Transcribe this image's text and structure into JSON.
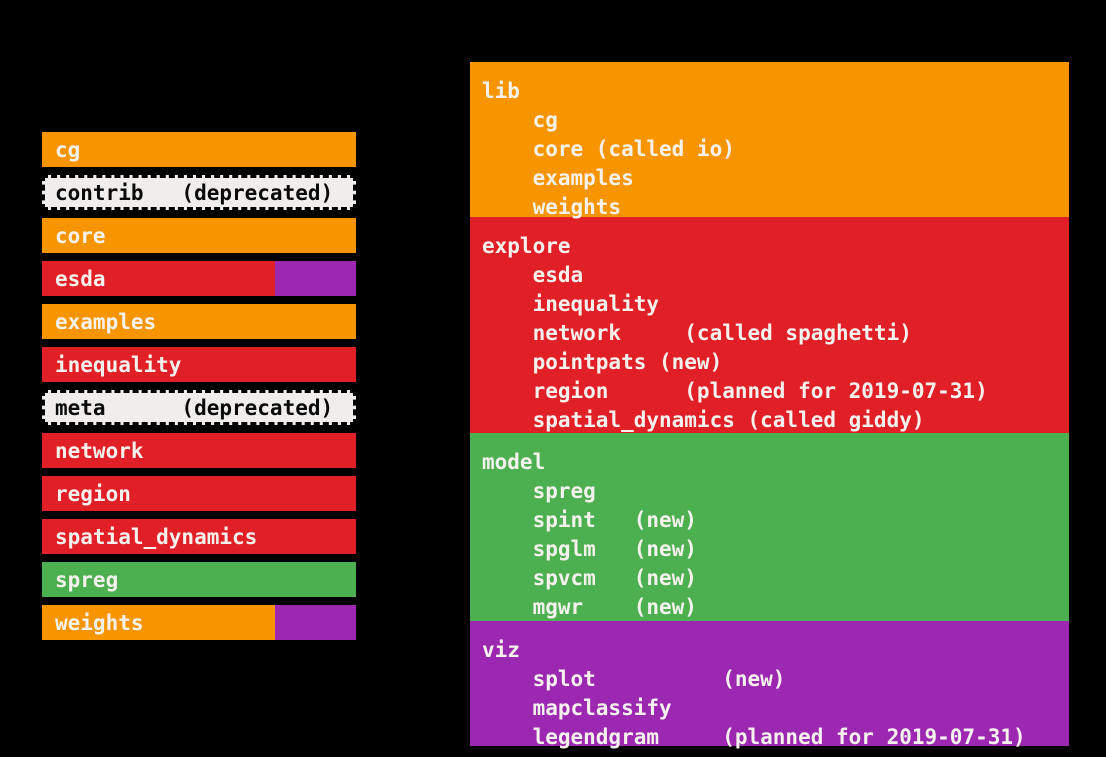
{
  "palette": {
    "orange": "#F79500",
    "red": "#E11F26",
    "green": "#4CAF50",
    "purple": "#9C27B0",
    "white_bar": "#EFEEEC",
    "text_light": "#F5F2EE",
    "text_dark": "#0A0A0A",
    "background": "#000000"
  },
  "left_panel": {
    "bars": [
      {
        "label": "cg",
        "color": "orange"
      },
      {
        "label": "contrib   (deprecated)",
        "color": "white",
        "deprecated": true
      },
      {
        "label": "core",
        "color": "orange"
      },
      {
        "label": "esda",
        "color": "red",
        "overlay": "purple"
      },
      {
        "label": "examples",
        "color": "orange"
      },
      {
        "label": "inequality",
        "color": "red"
      },
      {
        "label": "meta      (deprecated)",
        "color": "white",
        "deprecated": true
      },
      {
        "label": "network",
        "color": "red"
      },
      {
        "label": "region",
        "color": "red"
      },
      {
        "label": "spatial_dynamics",
        "color": "red"
      },
      {
        "label": "spreg",
        "color": "green"
      },
      {
        "label": "weights",
        "color": "orange",
        "overlay": "purple"
      }
    ]
  },
  "right_panel": {
    "blocks": [
      {
        "name": "lib",
        "color": "orange",
        "lines": [
          "lib",
          "    cg",
          "    core (called io)",
          "    examples",
          "    weights"
        ]
      },
      {
        "name": "explore",
        "color": "red",
        "lines": [
          "explore",
          "    esda",
          "    inequality",
          "    network     (called spaghetti)",
          "    pointpats (new)",
          "    region      (planned for 2019-07-31)",
          "    spatial_dynamics (called giddy)"
        ]
      },
      {
        "name": "model",
        "color": "green",
        "lines": [
          "model",
          "    spreg",
          "    spint   (new)",
          "    spglm   (new)",
          "    spvcm   (new)",
          "    mgwr    (new)"
        ]
      },
      {
        "name": "viz",
        "color": "purple",
        "lines": [
          "viz",
          "    splot          (new)",
          "    mapclassify",
          "    legendgram     (planned for 2019-07-31)"
        ]
      }
    ]
  }
}
